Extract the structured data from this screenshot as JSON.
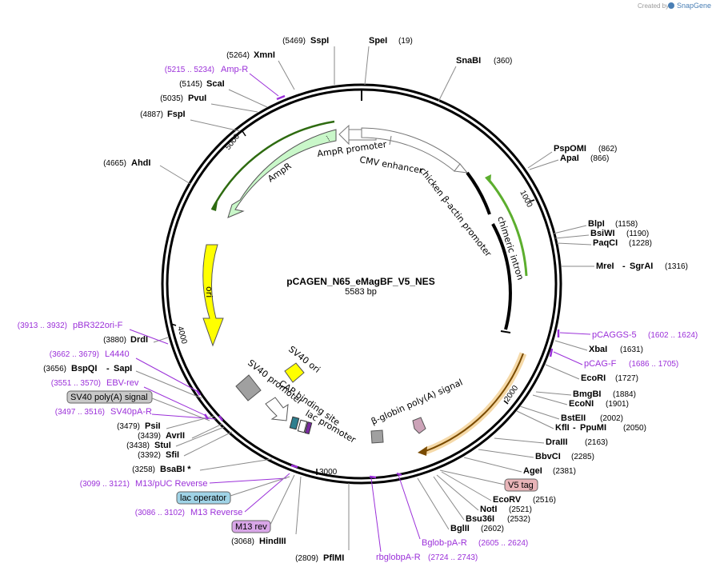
{
  "credit": {
    "prefix": "Created by",
    "brand": "SnapGene"
  },
  "plasmid": {
    "name": "pCAGEN_N65_eMagBF_V5_NES",
    "size": "5583 bp"
  },
  "ticks": [
    "1000",
    "2000",
    "3000",
    "4000",
    "5000"
  ],
  "features": {
    "ampr_promoter": "AmpR promoter",
    "cmv_enhancer": "CMV enhancer",
    "chicken_actin": "chicken β-actin promoter",
    "chimeric_intron": "chimeric intron",
    "ampr": "AmpR",
    "ori": "ori",
    "sv40_ori": "SV40 ori",
    "sv40_promoter": "SV40 promoter",
    "cap_site": "CAP binding site",
    "lac_promoter": "lac promoter",
    "bglobin_polya": "β-globin poly(A) signal"
  },
  "enzymes": [
    {
      "name": "SspI",
      "pos": "(5469)"
    },
    {
      "name": "SpeI",
      "pos": "(19)"
    },
    {
      "name": "XmnI",
      "pos": "(5264)"
    },
    {
      "name": "SnaBI",
      "pos": "(360)"
    },
    {
      "name": "ScaI",
      "pos": "(5145)"
    },
    {
      "name": "PvuI",
      "pos": "(5035)"
    },
    {
      "name": "FspI",
      "pos": "(4887)"
    },
    {
      "name": "PspOMI",
      "pos": "(862)"
    },
    {
      "name": "ApaI",
      "pos": "(866)"
    },
    {
      "name": "AhdI",
      "pos": "(4665)"
    },
    {
      "name": "BlpI",
      "pos": "(1158)"
    },
    {
      "name": "BsiWI",
      "pos": "(1190)"
    },
    {
      "name": "PaqCI",
      "pos": "(1228)"
    },
    {
      "name": "MreI",
      "name2": "SgrAI",
      "pos": "(1316)"
    },
    {
      "name": "XbaI",
      "pos": "(1631)"
    },
    {
      "name": "DrdI",
      "pos": "(3880)"
    },
    {
      "name": "BspQI",
      "name2": "SapI",
      "pos": "(3656)"
    },
    {
      "name": "EcoRI",
      "pos": "(1727)"
    },
    {
      "name": "BmgBI",
      "pos": "(1884)"
    },
    {
      "name": "EcoNI",
      "pos": "(1901)"
    },
    {
      "name": "BstEII",
      "pos": "(2002)"
    },
    {
      "name": "KflI",
      "name2": "PpuMI",
      "pos": "(2050)"
    },
    {
      "name": "PsiI",
      "pos": "(3479)"
    },
    {
      "name": "AvrII",
      "pos": "(3439)"
    },
    {
      "name": "StuI",
      "pos": "(3438)"
    },
    {
      "name": "SfiI",
      "pos": "(3392)"
    },
    {
      "name": "DraIII",
      "pos": "(2163)"
    },
    {
      "name": "BbvCI",
      "pos": "(2285)"
    },
    {
      "name": "BsaBI *",
      "pos": "(3258)"
    },
    {
      "name": "AgeI",
      "pos": "(2381)"
    },
    {
      "name": "EcoRV",
      "pos": "(2516)"
    },
    {
      "name": "NotI",
      "pos": "(2521)"
    },
    {
      "name": "Bsu36I",
      "pos": "(2532)"
    },
    {
      "name": "BglII",
      "pos": "(2602)"
    },
    {
      "name": "HindIII",
      "pos": "(3068)"
    },
    {
      "name": "PflMI",
      "pos": "(2809)"
    }
  ],
  "primers": [
    {
      "name": "Amp-R",
      "pos": "(5215 .. 5234)"
    },
    {
      "name": "pBR322ori-F",
      "pos": "(3913 .. 3932)"
    },
    {
      "name": "L4440",
      "pos": "(3662 .. 3679)"
    },
    {
      "name": "EBV-rev",
      "pos": "(3551 .. 3570)"
    },
    {
      "name": "SV40pA-R",
      "pos": "(3497 .. 3516)"
    },
    {
      "name": "pCAGGS-5",
      "pos": "(1602 .. 1624)"
    },
    {
      "name": "pCAG-F",
      "pos": "(1686 .. 1705)"
    },
    {
      "name": "M13/pUC Reverse",
      "pos": "(3099 .. 3121)"
    },
    {
      "name": "M13 Reverse",
      "pos": "(3086 .. 3102)"
    },
    {
      "name": "Bglob-pA-R",
      "pos": "(2605 .. 2624)"
    },
    {
      "name": "rbglobpA-R",
      "pos": "(2724 .. 2743)"
    }
  ],
  "badges": {
    "sv40_polya": "SV40 poly(A) signal",
    "v5_tag": "V5 tag",
    "lac_operator": "lac operator",
    "m13_rev": "M13 rev"
  },
  "colors": {
    "ampr": "#c9f7c9",
    "ori": "#ffff00",
    "bglobin": "#cca3b8",
    "orf_highlight": "#f5d9a8",
    "primer": "#9b30d9",
    "badge_gray": "#c8c8c8",
    "badge_blue": "#9fd3e6",
    "badge_purple": "#d9a6e8",
    "badge_pink": "#e8b4b8"
  }
}
